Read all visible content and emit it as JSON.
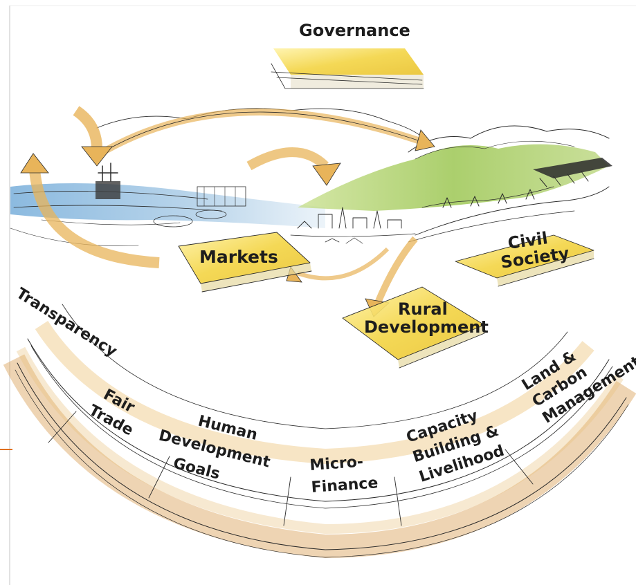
{
  "diagram": {
    "top_label": "Governance",
    "boxes": {
      "markets": "Markets",
      "civil_society": [
        "Civil",
        "Society"
      ],
      "rural_development": [
        "Rural",
        "Development"
      ]
    },
    "arc_labels": {
      "transparency": "Transparency",
      "fair_trade": [
        "Fair",
        "Trade"
      ],
      "human_development_goals": [
        "Human",
        "Development",
        "Goals"
      ],
      "micro_finance": [
        "Micro-",
        "Finance"
      ],
      "capacity_building": [
        "Capacity",
        "Building &",
        "Livelihood"
      ],
      "land_carbon": [
        "Land &",
        "Carbon",
        "Management"
      ]
    },
    "colors": {
      "box_yellow": "#f3d443",
      "arrow_orange": "#e8b45a",
      "arc_tan": "#d9a056",
      "water_blue": "#7fb4dc",
      "hill_green": "#9cc54a",
      "accent_rule": "#e07020"
    }
  }
}
